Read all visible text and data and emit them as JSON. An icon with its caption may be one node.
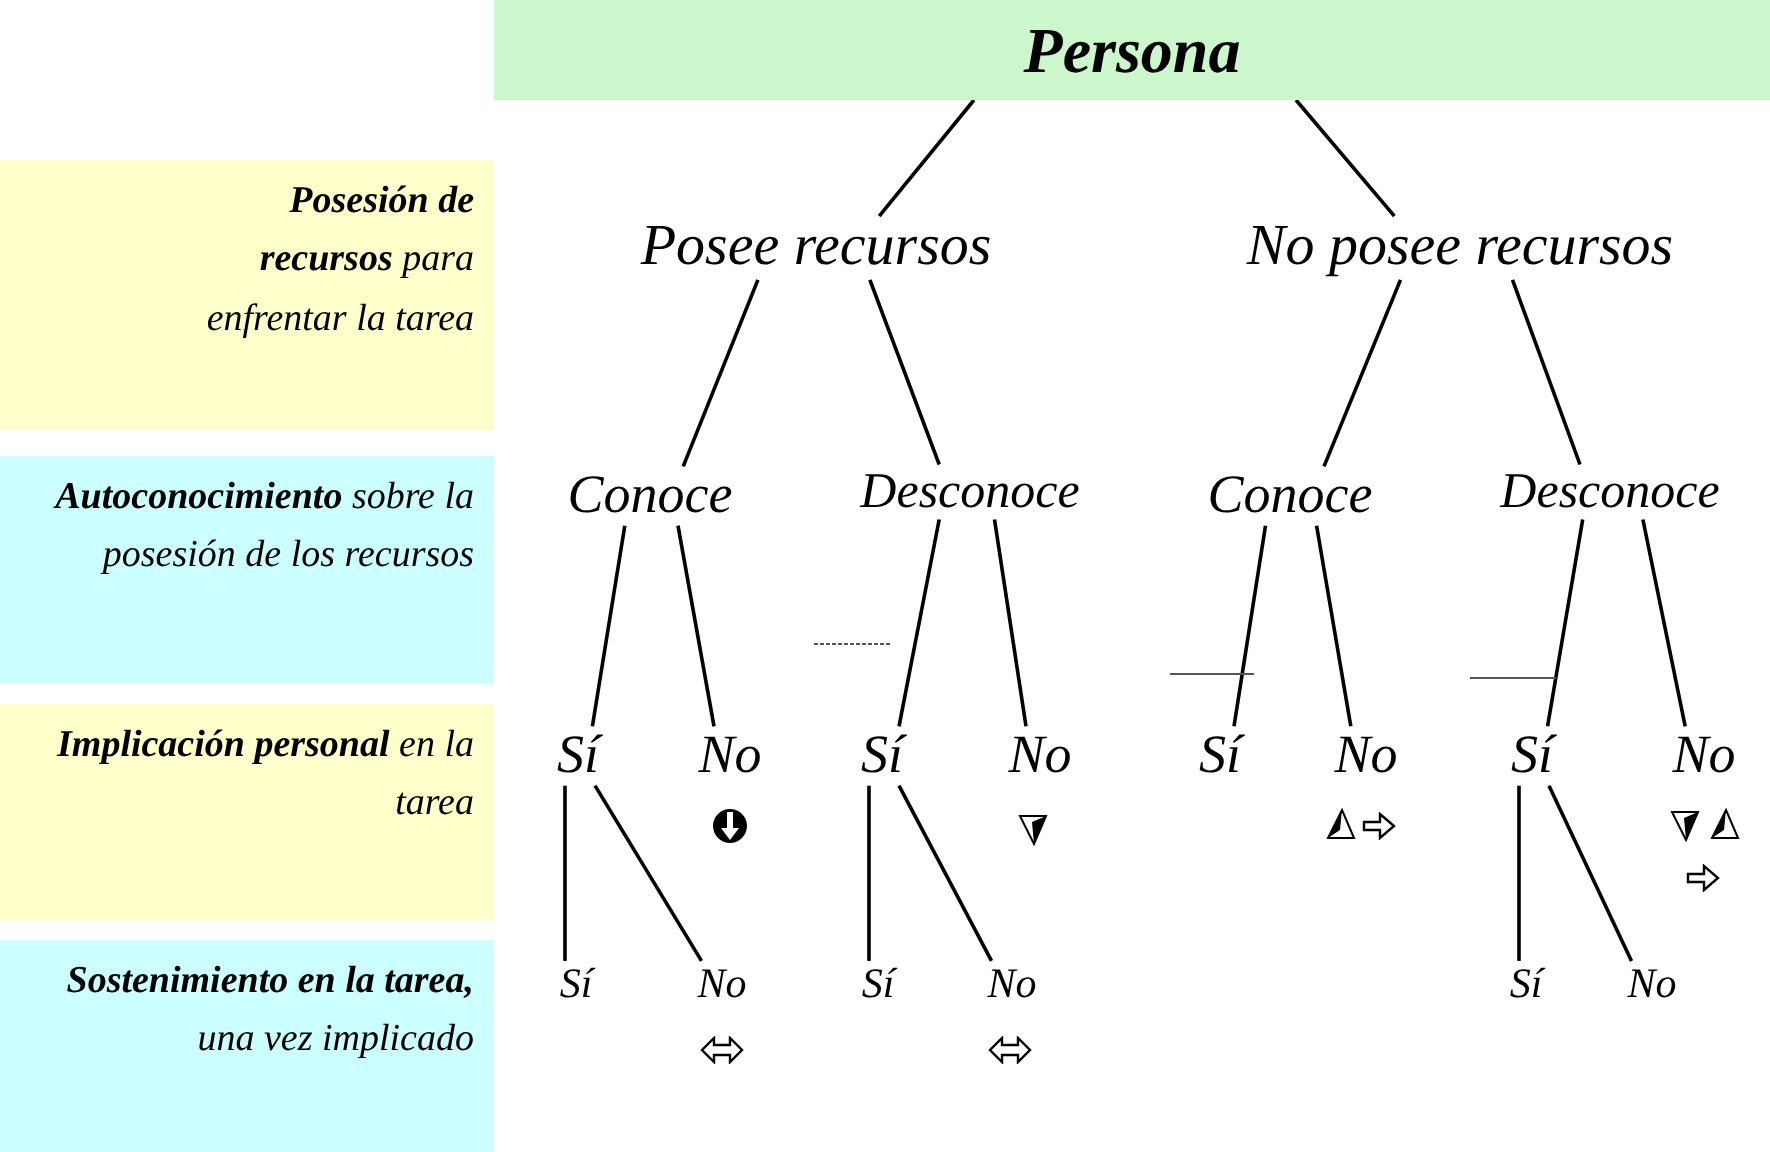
{
  "diagram": {
    "nodes": [
      {
        "text": [
          "Persona"
        ]
      },
      {
        "text": [
          "Posee recursos"
        ]
      },
      {
        "text": [
          "No posee recursos"
        ]
      },
      {
        "text": [
          "Conoce"
        ]
      },
      {
        "text": [
          "Desconoce"
        ]
      },
      {
        "text": [
          "Conoce"
        ]
      },
      {
        "text": [
          "Desconoce"
        ]
      },
      {
        "text": [
          "Sí"
        ]
      },
      {
        "text": [
          "No"
        ]
      },
      {
        "text": [
          "Sí"
        ]
      },
      {
        "text": [
          "No"
        ]
      },
      {
        "text": [
          "Sí"
        ]
      },
      {
        "text": [
          "No"
        ]
      },
      {
        "text": [
          "Sí"
        ]
      },
      {
        "text": [
          "No"
        ]
      },
      {
        "text": [
          "Sí"
        ]
      },
      {
        "text": [
          "No"
        ]
      },
      {
        "text": [
          "Sí"
        ]
      },
      {
        "text": [
          "No"
        ]
      },
      {
        "text": [
          "Sí"
        ]
      },
      {
        "text": [
          "No"
        ]
      },
      {
        "text": [
          "**Posesión de recursos** para enfrentar la tarea"
        ]
      },
      {
        "text": [
          "**Autoconocimiento** sobre la posesión de los recursos"
        ]
      },
      {
        "text": [
          "**Implicación personal** en la tarea"
        ]
      },
      {
        "text": [
          "**Sostenimiento en la tarea,** una vez implicado"
        ]
      }
    ],
    "edges": [
      {
        "from": 0,
        "to": 1,
        "arrow": "none"
      },
      {
        "from": 0,
        "to": 2,
        "arrow": "none"
      },
      {
        "from": 1,
        "to": 3,
        "arrow": "none"
      },
      {
        "from": 1,
        "to": 4,
        "arrow": "none"
      },
      {
        "from": 2,
        "to": 5,
        "arrow": "none"
      },
      {
        "from": 2,
        "to": 6,
        "arrow": "none"
      },
      {
        "from": 3,
        "to": 7,
        "arrow": "none"
      },
      {
        "from": 3,
        "to": 8,
        "arrow": "none"
      },
      {
        "from": 4,
        "to": 9,
        "arrow": "none"
      },
      {
        "from": 4,
        "to": 10,
        "arrow": "none"
      },
      {
        "from": 5,
        "to": 11,
        "arrow": "none"
      },
      {
        "from": 5,
        "to": 12,
        "arrow": "none"
      },
      {
        "from": 6,
        "to": 13,
        "arrow": "none"
      },
      {
        "from": 6,
        "to": 14,
        "arrow": "none"
      },
      {
        "from": 7,
        "to": 15,
        "arrow": "none"
      },
      {
        "from": 7,
        "to": 16,
        "arrow": "none"
      },
      {
        "from": 9,
        "to": 17,
        "arrow": "none"
      },
      {
        "from": 9,
        "to": 18,
        "arrow": "none"
      },
      {
        "from": 13,
        "to": 19,
        "arrow": "none"
      },
      {
        "from": 13,
        "to": 20,
        "arrow": "none"
      }
    ]
  }
}
